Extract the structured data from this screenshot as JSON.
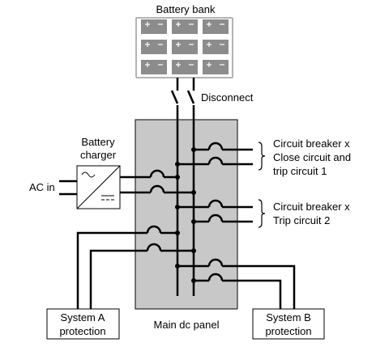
{
  "labels": {
    "battery_bank": "Battery bank",
    "disconnect": "Disconnect",
    "battery_charger_line1": "Battery",
    "battery_charger_line2": "charger",
    "ac_in": "AC in",
    "cb1_line1": "Circuit breaker x",
    "cb1_line2": "Close circuit and",
    "cb1_line3": "trip circuit 1",
    "cb2_line1": "Circuit breaker x",
    "cb2_line2": "Trip circuit 2",
    "system_a_line1": "System A",
    "system_a_line2": "protection",
    "system_b_line1": "System B",
    "system_b_line2": "protection",
    "main_panel": "Main dc panel"
  },
  "colors": {
    "line": "#000000",
    "panel_fill": "#c8c8c8",
    "battery_fill": "#8c8c8c",
    "battery_grid": "#b4b4b4"
  }
}
